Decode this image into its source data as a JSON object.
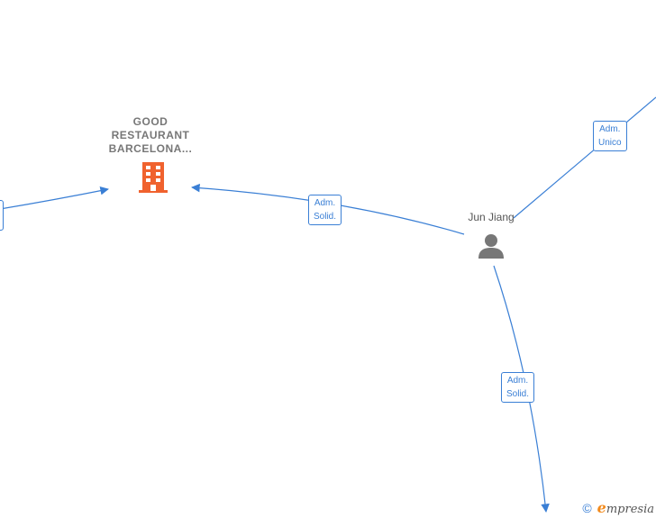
{
  "nodes": {
    "company": {
      "name_line1": "GOOD",
      "name_line2": "RESTAURANT",
      "name_line3": "BARCELONA...",
      "icon": "building-icon",
      "color": "#f0622e"
    },
    "person": {
      "name": "Jun Jiang",
      "icon": "person-icon",
      "color": "#777777"
    }
  },
  "edges": {
    "to_company": {
      "line1": "Adm.",
      "line2": "Solid."
    },
    "to_top_right": {
      "line1": "Adm.",
      "line2": "Unico"
    },
    "to_bottom": {
      "line1": "Adm.",
      "line2": "Solid."
    }
  },
  "footer": {
    "copyright_symbol": "©",
    "brand_initial": "e",
    "brand_rest": "mpresia"
  },
  "colors": {
    "edge": "#3a7fd5",
    "background": "#ffffff"
  }
}
